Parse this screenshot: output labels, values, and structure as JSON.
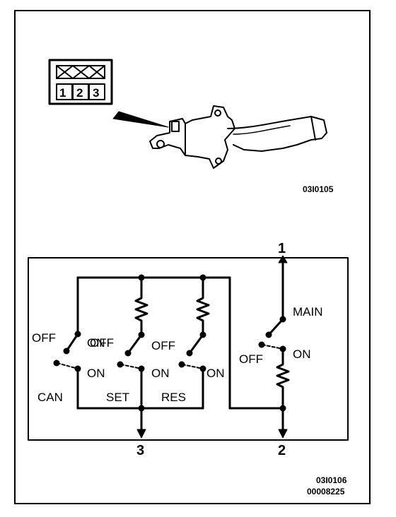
{
  "figure_codes": {
    "lever_figure": "03I0105",
    "schematic_figure": "03I0106",
    "document_number": "00008225"
  },
  "connector": {
    "pins": [
      "1",
      "2",
      "3"
    ]
  },
  "terminals": {
    "t1": "1",
    "t2": "2",
    "t3": "3"
  },
  "switches": {
    "cancel": {
      "name": "CAN",
      "off": "OFF",
      "on": "ON"
    },
    "set": {
      "name": "SET",
      "off": "OFF",
      "on": "ON"
    },
    "resume": {
      "name": "RES",
      "off": "OFF",
      "on": "ON"
    },
    "main": {
      "name": "MAIN",
      "off": "OFF",
      "on": "ON"
    }
  }
}
